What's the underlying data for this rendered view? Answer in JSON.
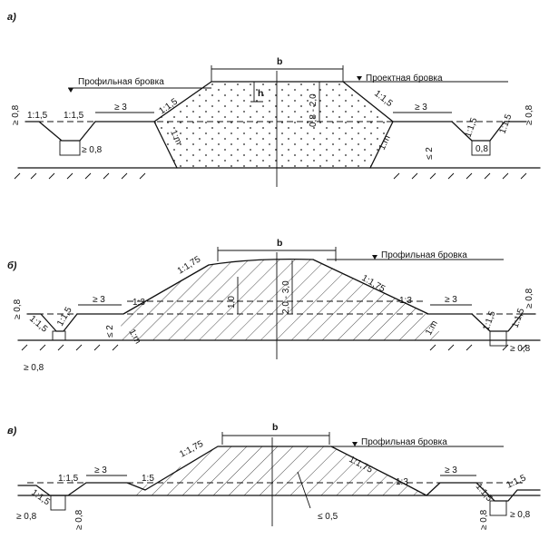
{
  "section_a": {
    "letter": "а)",
    "profile_edge": "Профильная бровка",
    "design_edge": "Проектная бровка",
    "b": "b",
    "h": "h",
    "depth_label": "0,8 - 2,0",
    "slope_1_1_5": "1:1,5",
    "slope_1m": "1:m",
    "berm": "≥ 3",
    "ditch_depth": "≥ 0,8",
    "ditch_w": "0,8",
    "ditch_left_w": "≥ 0,8",
    "h2": "≤ 2",
    "ditch_side_h": "≥ 0,8"
  },
  "section_b": {
    "letter": "б)",
    "profile_edge": "Профильная бровка",
    "b": "b",
    "slope_1_1_75": "1:1,75",
    "slope_1_3": "1:3",
    "slope_1_1_5": "1:1,5",
    "slope_1m": "1:m",
    "depth_1": "1,0",
    "depth_2": "2,0 - 3,0",
    "berm": "≥ 3",
    "ditch_h": "≥ 0,8",
    "ditch_w": "≥ 0,8",
    "h2": "≤ 2"
  },
  "section_c": {
    "letter": "в)",
    "profile_edge": "Профильная бровка",
    "b": "b",
    "slope_1_1_75": "1:1,75",
    "slope_1_5": "1:5",
    "slope_1_3": "1:3",
    "slope_1_1_5": "1:1,5",
    "berm": "≥ 3",
    "ditch_w": "≥ 0,8",
    "ditch_h": "≥ 0,8",
    "bottom_mark": "≤ 0,5"
  }
}
